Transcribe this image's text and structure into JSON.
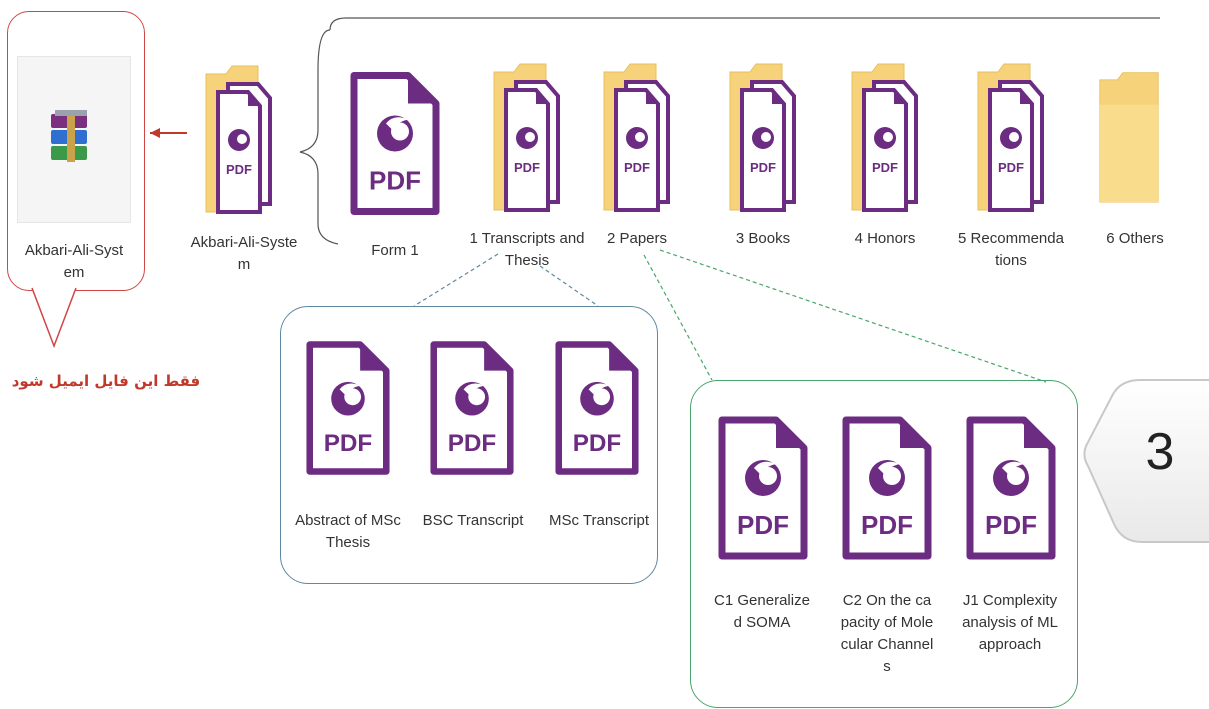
{
  "archive": {
    "label": "Akbari-Ali-System",
    "icon": "winrar-archive-icon"
  },
  "note": {
    "text": "فقط این فایل ایمیل شود",
    "color": "#c0392b"
  },
  "root_folder": {
    "label": "Akbari-Ali-System"
  },
  "items": [
    {
      "label": "Form 1",
      "type": "pdf"
    },
    {
      "label": "1 Transcripts and Thesis",
      "type": "folder-pdf"
    },
    {
      "label": "2 Papers",
      "type": "folder-pdf"
    },
    {
      "label": "3 Books",
      "type": "folder-pdf"
    },
    {
      "label": "4 Honors",
      "type": "folder-pdf"
    },
    {
      "label": "5 Recommendations",
      "type": "folder-pdf"
    },
    {
      "label": "6 Others",
      "type": "folder"
    }
  ],
  "transcripts_group": [
    {
      "label": "Abstract of MSc Thesis"
    },
    {
      "label": "BSC Transcript"
    },
    {
      "label": "MSc Transcript"
    }
  ],
  "papers_group": [
    {
      "label": "C1 Generalized SOMA"
    },
    {
      "label": "C2 On the capacity of Molecular Channels"
    },
    {
      "label": "J1 Complexity analysis of ML approach"
    }
  ],
  "step_badge": {
    "text": "3"
  },
  "pdf_text": "PDF",
  "colors": {
    "pdf_purple": "#6b2c82",
    "folder_yellow": "#f6d27a",
    "red": "#c0392b",
    "blue_group": "#5d8aa0",
    "green_group": "#4aa56a"
  }
}
